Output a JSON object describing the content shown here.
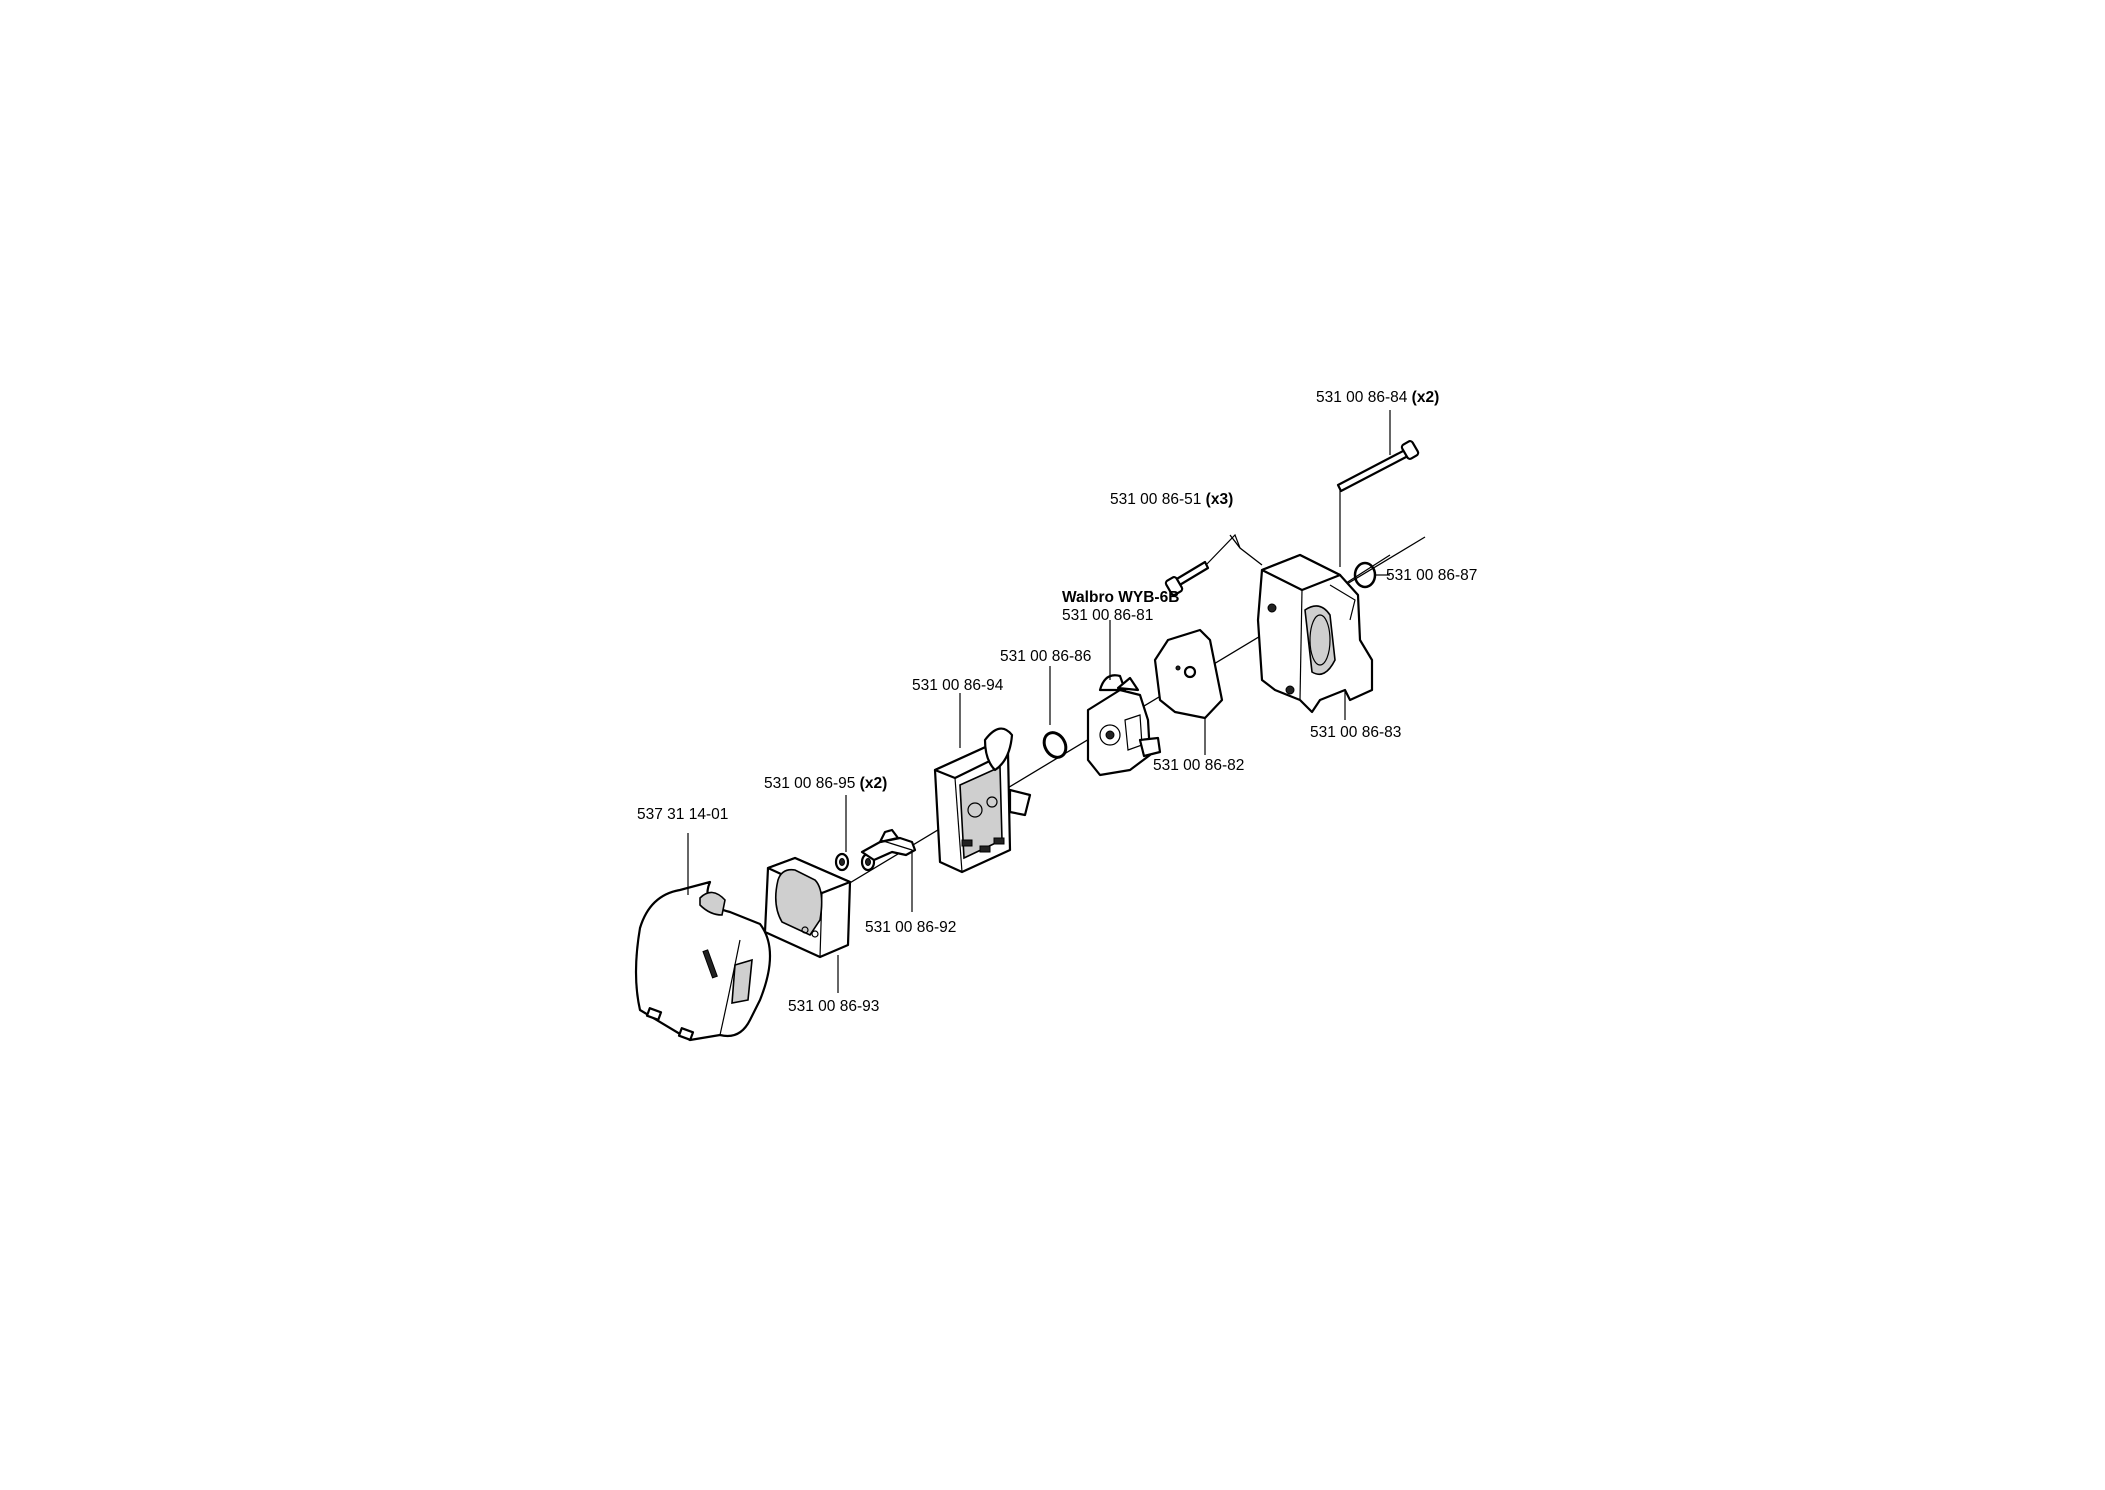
{
  "parts": [
    {
      "id": "air_filter_cover",
      "number": "537 31 14-01",
      "qty": ""
    },
    {
      "id": "air_filter",
      "number": "531 00 86-93",
      "qty": ""
    },
    {
      "id": "nut",
      "number": "531 00 86-95",
      "qty": "(x2)"
    },
    {
      "id": "choke_lever",
      "number": "531 00 86-92",
      "qty": ""
    },
    {
      "id": "filter_holder",
      "number": "531 00 86-94",
      "qty": ""
    },
    {
      "id": "o_ring_carb",
      "number": "531 00 86-86",
      "qty": ""
    },
    {
      "id": "carburetor",
      "brand": "Walbro WYB-6B",
      "number": "531 00 86-81",
      "qty": ""
    },
    {
      "id": "gasket",
      "number": "531 00 86-82",
      "qty": ""
    },
    {
      "id": "screw",
      "number": "531 00 86-51",
      "qty": "(x3)"
    },
    {
      "id": "bolt",
      "number": "531 00 86-84",
      "qty": "(x2)"
    },
    {
      "id": "o_ring_housing",
      "number": "531 00 86-87",
      "qty": ""
    },
    {
      "id": "intake_housing",
      "number": "531 00 86-83",
      "qty": ""
    }
  ]
}
